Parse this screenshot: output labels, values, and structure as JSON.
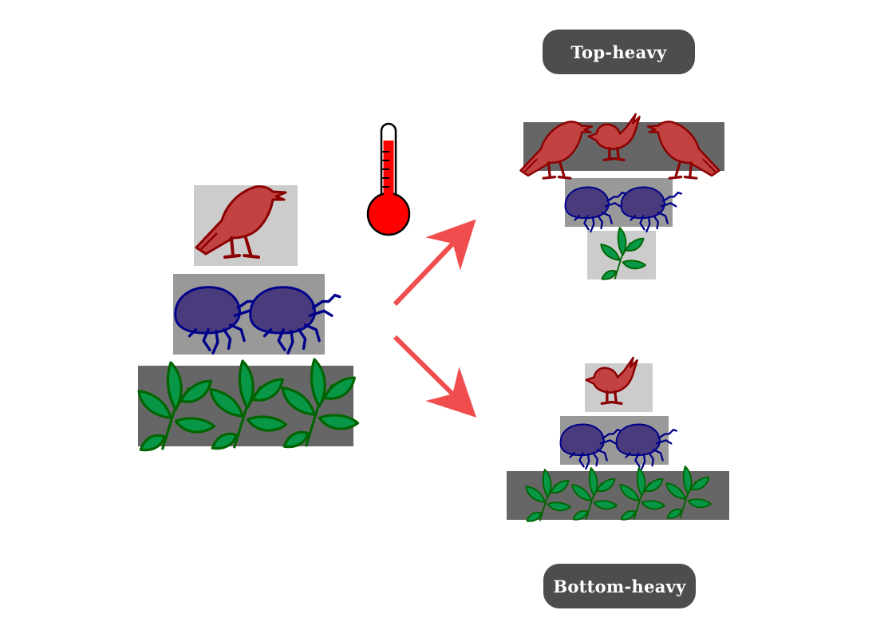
{
  "labels": {
    "top": "Top-heavy",
    "bottom": "Bottom-heavy"
  },
  "icons": {
    "driver": "thermometer-icon",
    "consumer_top": "bird-icon",
    "consumer_mid": "beetle-icon",
    "producer": "leaf-icon",
    "transition": "arrow-icon"
  },
  "pyramids": {
    "initial": {
      "birds": 1,
      "beetles": 2,
      "plants": 3
    },
    "top_heavy": {
      "birds": 3,
      "beetles": 2,
      "plants": 1
    },
    "bottom_heavy": {
      "birds": 1,
      "beetles": 2,
      "plants": 4
    }
  },
  "colors": {
    "bird_fill": "#c24141",
    "bird_stroke": "#8b0000",
    "beetle_fill": "#4a3b7c",
    "beetle_stroke": "#00008b",
    "leaf_fill": "#079747",
    "leaf_stroke": "#006400",
    "tier_light": "#cccccc",
    "tier_mid": "#999999",
    "tier_dark": "#666666",
    "arrow": "#f04e4e",
    "mercury": "#ff0000",
    "pill": "#4d4d4d"
  }
}
